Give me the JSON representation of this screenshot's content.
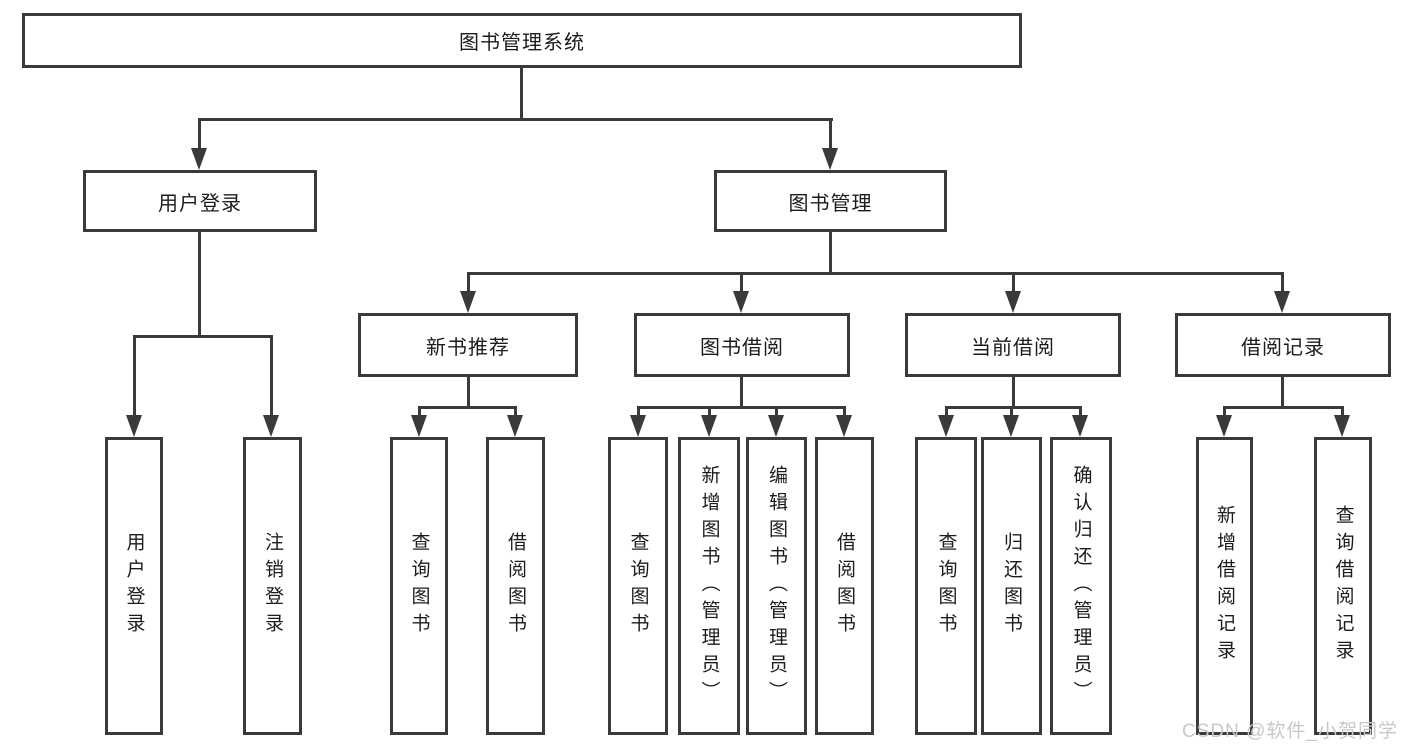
{
  "diagram_title": "图书管理系统",
  "nodes": {
    "root": "图书管理系统",
    "user_login": "用户登录",
    "book_mgmt": "图书管理",
    "new_books": "新书推荐",
    "book_borrow": "图书借阅",
    "current_borrow": "当前借阅",
    "borrow_records": "借阅记录",
    "leaf_user_login": "用户登录",
    "leaf_logout": "注销登录",
    "leaf_nb_query": "查询图书",
    "leaf_nb_borrow": "借阅图书",
    "leaf_bb_query": "查询图书",
    "leaf_bb_add": "新增图书（管理员）",
    "leaf_bb_edit": "编辑图书（管理员）",
    "leaf_bb_borrow": "借阅图书",
    "leaf_cb_query": "查询图书",
    "leaf_cb_return": "归还图书",
    "leaf_cb_confirm": "确认归还（管理员）",
    "leaf_br_add": "新增借阅记录",
    "leaf_br_query": "查询借阅记录"
  },
  "watermark": "CSDN @软件_小贺同学",
  "colors": {
    "line_color": "#3a3a3a",
    "text_color": "#1c1c1c",
    "watermark_color": "#c8c8c8",
    "bg_color": "#ffffff"
  }
}
